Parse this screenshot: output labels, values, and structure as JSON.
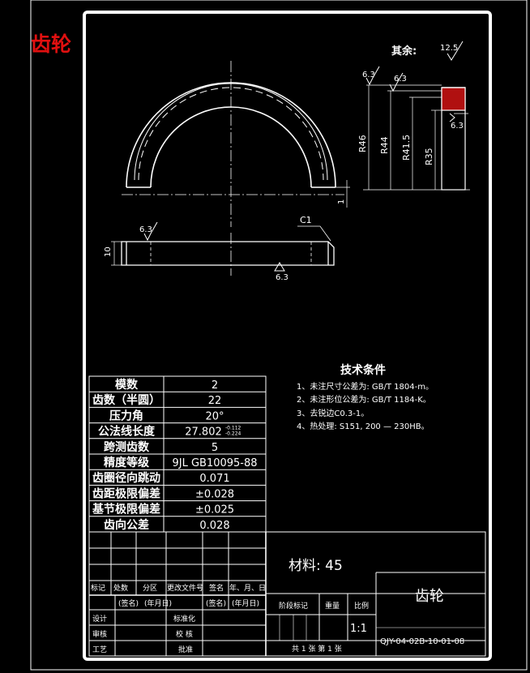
{
  "page_title": "齿轮",
  "surface_rest": {
    "label": "其余:",
    "value": "12.5"
  },
  "roughness": {
    "top_left": "6.3",
    "top_right": "6.3",
    "side": "6.3",
    "lower_left": "6.3",
    "bottom": "6.3"
  },
  "dimensions": {
    "r46": "R46",
    "r44": "R44",
    "r41_5": "R41.5",
    "r35": "R35",
    "gap": "1",
    "thickness": "10",
    "chamfer": "C1"
  },
  "tech_req": {
    "title": "技术条件",
    "items": [
      "1、未注尺寸公差为: GB/T 1804-m。",
      "2、未注形位公差为: GB/T 1184-K。",
      "3、去锐边C0.3-1。",
      "4、热处理: S151, 200 — 230HB。"
    ]
  },
  "params": [
    {
      "label": "模数",
      "value": "2"
    },
    {
      "label": "齿数（半圆）",
      "value": "22"
    },
    {
      "label": "压力角",
      "value": "20°"
    },
    {
      "label": "公法线长度",
      "value": "27.802",
      "sup": "-0.112",
      "sub": "-0.224"
    },
    {
      "label": "跨测齿数",
      "value": "5"
    },
    {
      "label": "精度等级",
      "value": "9JL GB10095-88"
    },
    {
      "label": "齿圈径向跳动",
      "value": "0.071"
    },
    {
      "label": "齿距极限偏差",
      "value": "±0.028"
    },
    {
      "label": "基节极限偏差",
      "value": "±0.025"
    },
    {
      "label": "齿向公差",
      "value": "0.028"
    }
  ],
  "title_block": {
    "material": "材料: 45",
    "name": "齿轮",
    "drawing_no": "QJY-04-02B-10-01-08",
    "scale": "1:1",
    "sheets": "共 1 张    第 1 张",
    "headers": [
      "标记",
      "处数",
      "分区",
      "更改文件号",
      "签名",
      "年、月、日"
    ],
    "sign_row": [
      "(签名)",
      "(年月日)",
      "(签名)",
      "(年月日)"
    ],
    "roles": [
      "设计",
      "审核",
      "工艺"
    ],
    "roles2": [
      "标准化",
      "校 核",
      "批准"
    ],
    "stage_headers": [
      "阶段标记",
      "重量",
      "比例"
    ]
  }
}
